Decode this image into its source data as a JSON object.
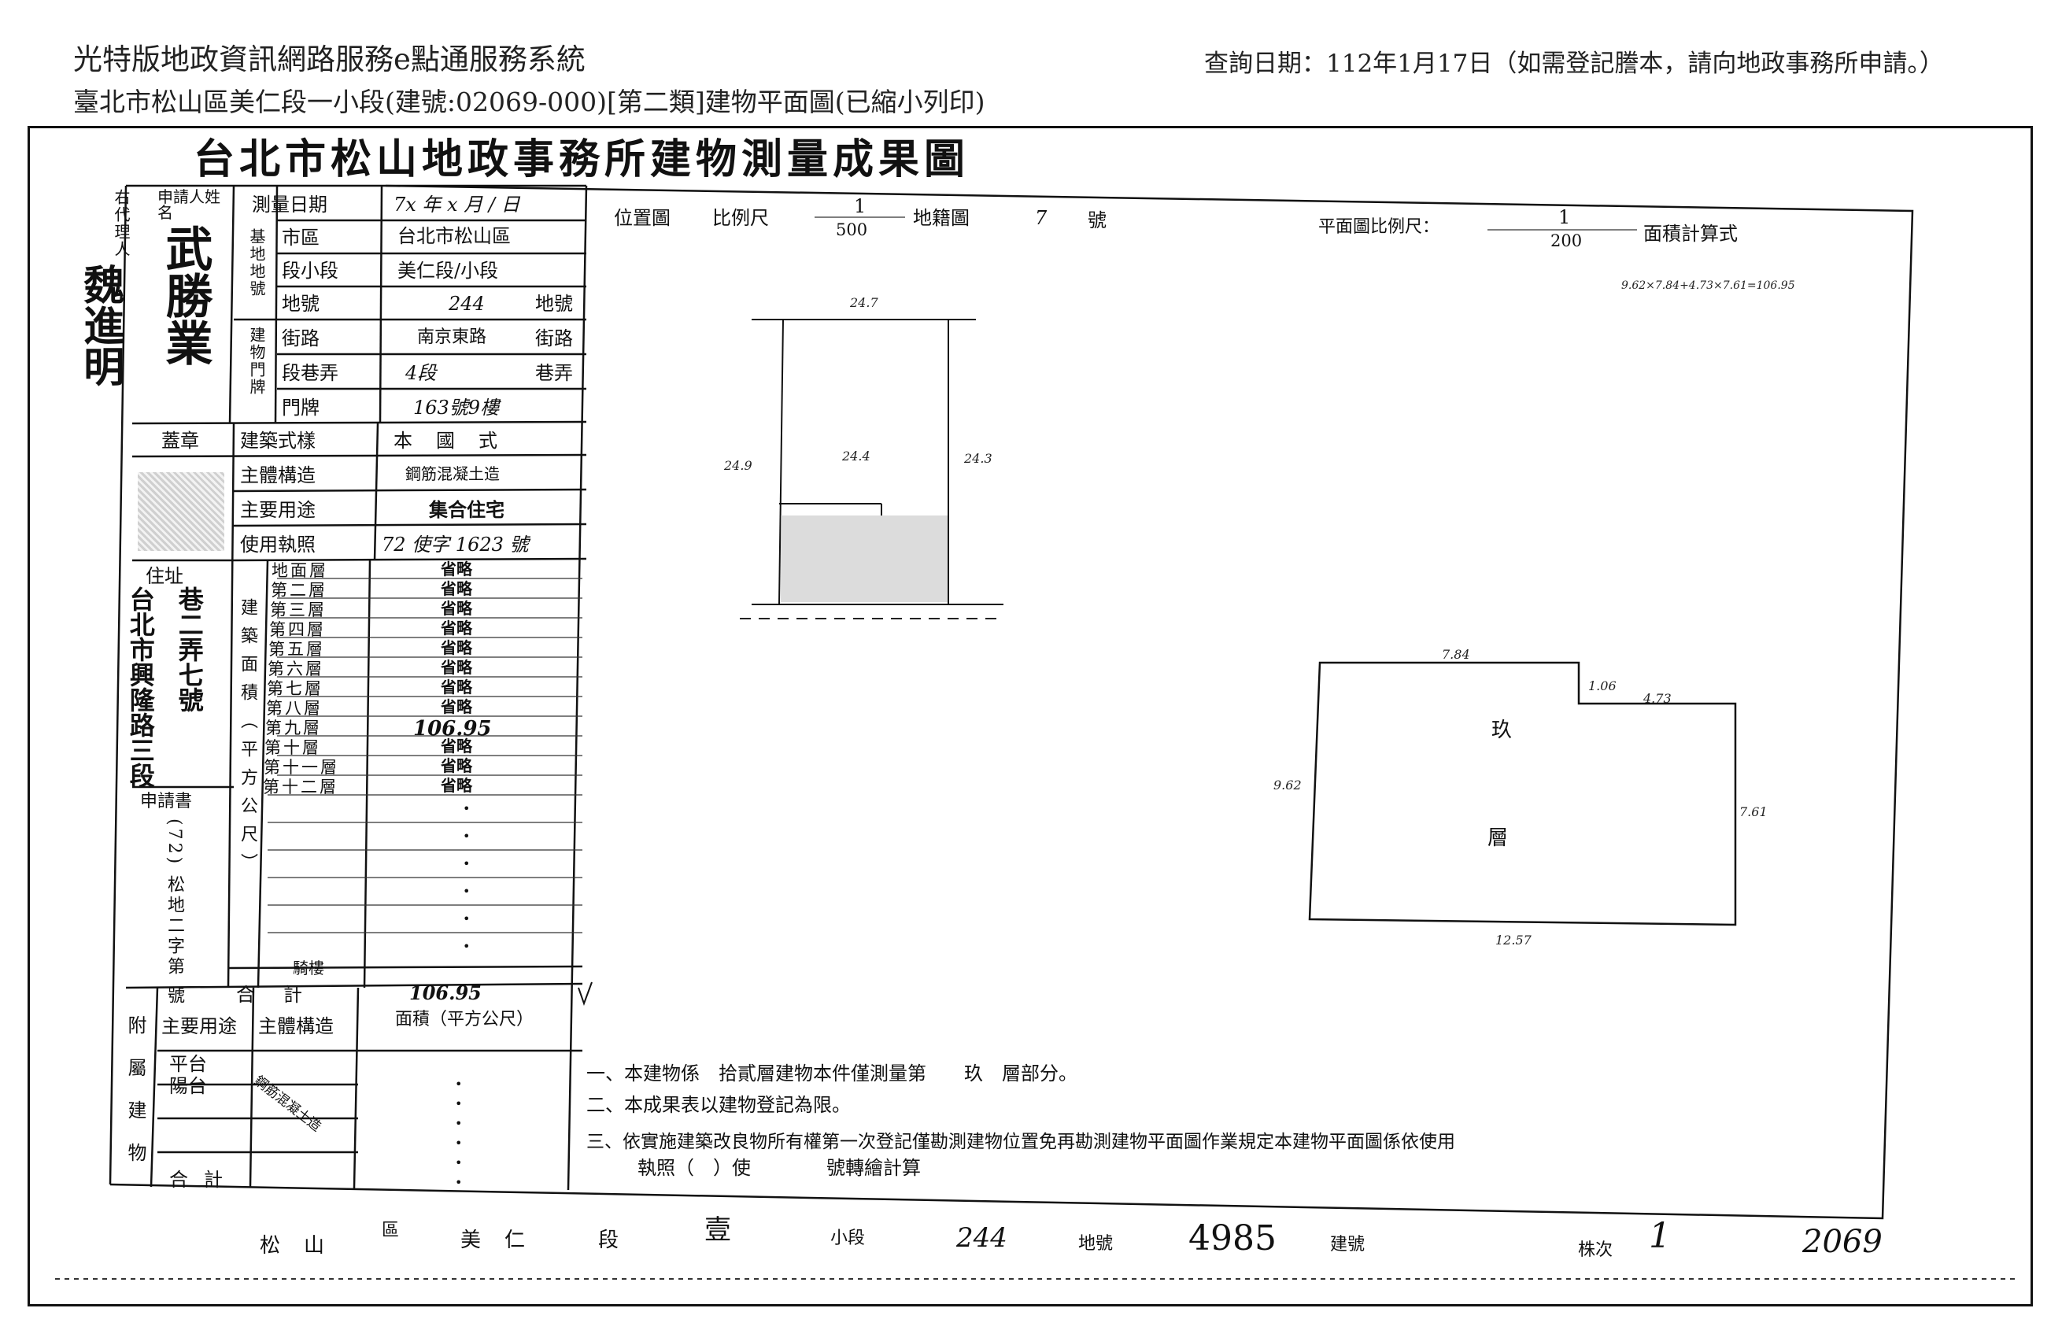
{
  "header": {
    "system_title": "光特版地政資訊網路服務e點通服務系統",
    "query_date": "查詢日期：112年1月17日（如需登記謄本，請向地政事務所申請。）",
    "subtitle": "臺北市松山區美仁段一小段(建號:02069-000)[第二類]建物平面圖(已縮小列印)"
  },
  "doc": {
    "title": "台北市松山地政事務所建物測量成果圖"
  },
  "form": {
    "agent_label": "右代理人",
    "applicant_label": "申請人姓名",
    "agent_name": "魏進明",
    "applicant_name": "武勝業",
    "seal_label": "蓋章",
    "address_label": "住址",
    "address_value": "台北市興隆路三段",
    "address_value2": "巷二弄七號",
    "survey_date_label": "測量日期",
    "survey_date_value": "7x 年 x 月 / 日",
    "base_label": "基地地號",
    "city_label": "市區",
    "city_value": "台北市松山區",
    "section_label": "段小段",
    "section_value": "美仁段/小段",
    "lot_label": "地號",
    "lot_value": "244",
    "lot_unit": "地號",
    "door_label": "建物門牌",
    "street_label": "街路",
    "street_value": "南京東路",
    "street_unit": "街路",
    "lane_label": "段巷弄",
    "lane_value": "4段",
    "lane_unit": "巷弄",
    "number_label": "門牌",
    "number_value": "163號9樓",
    "style_label": "建築式樣",
    "style_value": "本國式",
    "structure_label": "主體構造",
    "structure_value": "鋼筋混凝土造",
    "usage_label": "主要用途",
    "usage_value": "集合住宅",
    "permit_label": "使用執照",
    "permit_value": "72 使字 1623 號",
    "area_col_label": "建築面積（平方公尺）",
    "floors": [
      {
        "name": "地面層",
        "value": "省略"
      },
      {
        "name": "第二層",
        "value": "省略"
      },
      {
        "name": "第三層",
        "value": "省略"
      },
      {
        "name": "第四層",
        "value": "省略"
      },
      {
        "name": "第五層",
        "value": "省略"
      },
      {
        "name": "第六層",
        "value": "省略"
      },
      {
        "name": "第七層",
        "value": "省略"
      },
      {
        "name": "第八層",
        "value": "省略"
      },
      {
        "name": "第九層",
        "value": "106.95"
      },
      {
        "name": "第十層",
        "value": "省略"
      },
      {
        "name": "第十一層",
        "value": "省略"
      },
      {
        "name": "第十二層",
        "value": "省略"
      }
    ],
    "balcony_label": "騎樓",
    "total_label": "合計",
    "total_value": "106.95",
    "application_label": "申請書",
    "application_value": "(72) 松地二字第 號",
    "annex_label": "附屬建物",
    "annex_use_label": "主要用途",
    "annex_struct_label": "主體構造",
    "annex_area_label": "面積（平方公尺）",
    "annex_rows": [
      "平台",
      "陽台"
    ],
    "annex_struct_value": "鋼筋混凝土造",
    "annex_total_label": "合計"
  },
  "plan": {
    "location_label": "位置圖",
    "scale_label": "比例尺",
    "scale_num": "1",
    "scale_den": "500",
    "map_label": "地籍圖",
    "map_no": "7",
    "map_unit": "號",
    "plan_scale_label": "平面圖比例尺：",
    "plan_scale_num": "1",
    "plan_scale_den": "200",
    "area_calc_label": "面積計算式",
    "formula": "9.62×7.84+4.73×7.61=106.95",
    "loc_dims": [
      "24.7",
      "24.9",
      "24.4",
      "24.3"
    ],
    "floor_label_1": "玖",
    "floor_label_2": "層",
    "plan_dims": [
      "7.84",
      "1.06",
      "4.73",
      "9.62",
      "7.61",
      "12.57"
    ]
  },
  "notes": {
    "n1": "一、本建物係　拾貳層建物本件僅測量第　　玖　層部分。",
    "n2": "二、本成果表以建物登記為限。",
    "n3": "三、依實施建築改良物所有權第一次登記僅勘測建物位置免再勘測建物平面圖作業規定本建物平面圖係依使用",
    "n4": "執照（　）使　　　　號轉繪計算"
  },
  "footer": {
    "district": "松山",
    "district_unit": "區",
    "section": "美仁",
    "section_unit": "段",
    "subsection": "壹",
    "subsection_unit": "小段",
    "lot": "244",
    "lot_unit": "地號",
    "building_no": "4985",
    "building_unit": "建號",
    "sheet_label": "株次",
    "sheet_value": "1",
    "stamp_no": "2069"
  }
}
